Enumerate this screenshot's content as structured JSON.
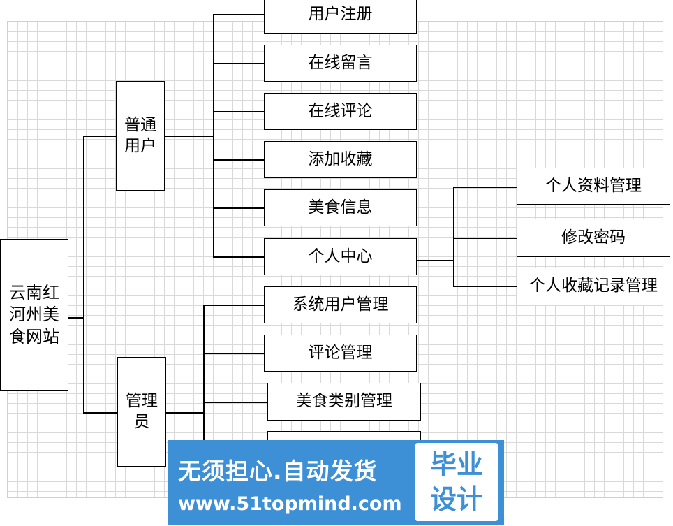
{
  "root": {
    "label": "云南红\n河州美\n食网站"
  },
  "branches": {
    "user": {
      "label": "普通\n用户",
      "items": [
        "用户注册",
        "在线留言",
        "在线评论",
        "添加收藏",
        "美食信息",
        "个人中心"
      ]
    },
    "admin": {
      "label": "管理\n员",
      "items": [
        "系统用户管理",
        "评论管理",
        "美食类别管理",
        ""
      ]
    }
  },
  "personal_center": {
    "items": [
      "个人资料管理",
      "修改密码",
      "个人收藏记录管理"
    ]
  },
  "watermark": {
    "line1": "无须担心.自动发货",
    "line2": "www.51topmind.com",
    "badge_line1": "毕业",
    "badge_line2": "设计"
  },
  "colors": {
    "watermark_bg": "#3d8fd6",
    "grid_line": "#d9d9d9"
  }
}
